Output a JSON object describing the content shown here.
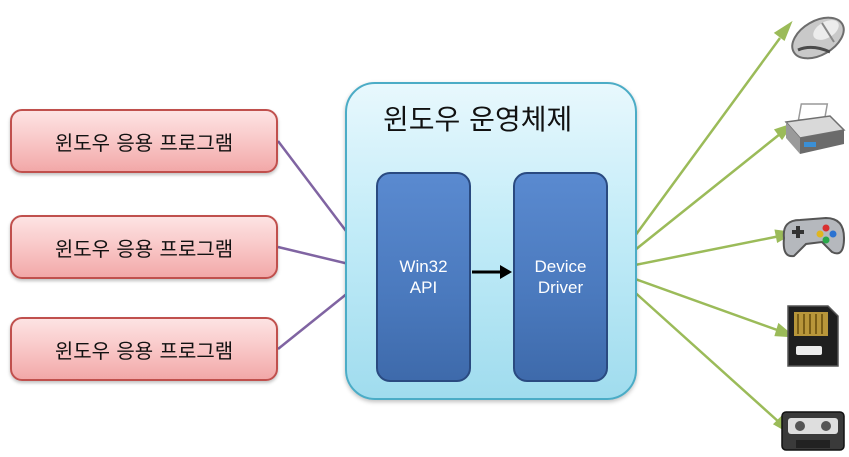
{
  "apps": [
    {
      "label": "윈도우 응용 프로그램"
    },
    {
      "label": "윈도우 응용 프로그램"
    },
    {
      "label": "윈도우 응용 프로그램"
    }
  ],
  "os": {
    "title": "윈도우 운영체제"
  },
  "modules": {
    "win32": {
      "line1": "Win32",
      "line2": "API"
    },
    "driver": {
      "line1": "Device",
      "line2": "Driver"
    }
  },
  "devices": [
    "mouse-icon",
    "printer-icon",
    "gamepad-icon",
    "memory-card-icon",
    "cassette-tape-icon"
  ],
  "colors": {
    "app_fill": "#f8c4c4",
    "app_border": "#c0504d",
    "os_fill": "#c3ecf8",
    "os_border": "#4bacc6",
    "module_fill": "#4a79bd",
    "module_border": "#2a4a80",
    "app_link": "#8064a2",
    "device_link": "#9bbb59"
  }
}
